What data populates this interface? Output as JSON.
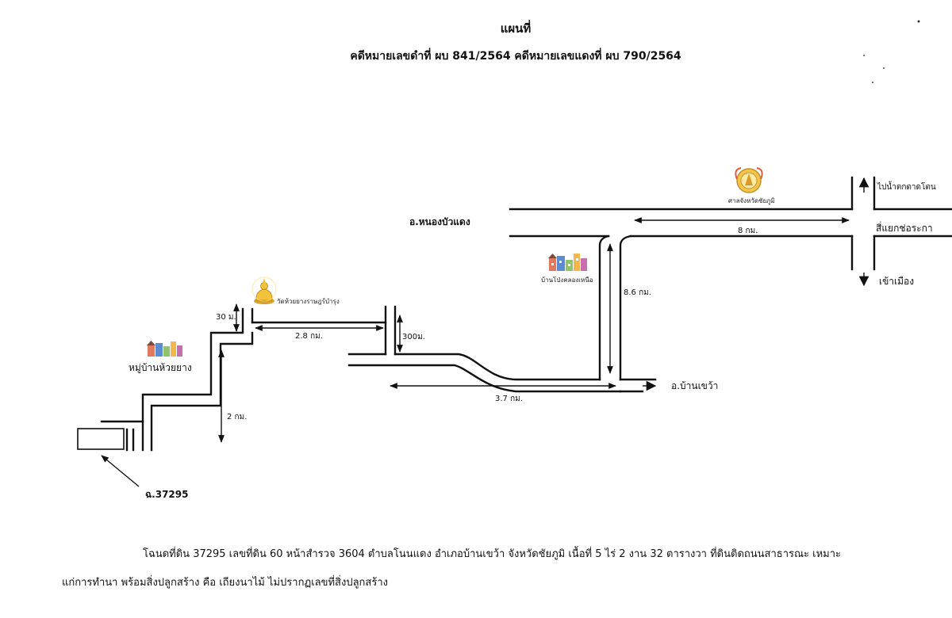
{
  "header": {
    "title": "แผนที่",
    "case_line": "คดีหมายเลขดำที่ ผบ 841/2564 คดีหมายเลขแดงที่ ผบ 790/2564"
  },
  "places": {
    "nong_bua_daeng": "อ.หนองบัวแดง",
    "ban_khwao": "อ.บ้านเขว้า",
    "chaiyaphum_shrine": "ศาลจังหวัดชัยภูมิ",
    "to_waterfall": "ไปน้ำตกตาดโตน",
    "intersection": "สี่แยกช่อระกา",
    "to_city": "เข้าเมือง",
    "ban_pong_khlong_nuea": "บ้านโป่งคลองเหนือ",
    "wat_huai_yang": "วัดห้วยยางราษฎร์บำรุง",
    "village_huai_yang": "หมู่บ้านห้วยยาง",
    "parcel": "ฉ.37295"
  },
  "distances": {
    "d_8km": "8 กม.",
    "d_8_6km": "8.6 กม.",
    "d_3_7km": "3.7 กม.",
    "d_2_8km": "2.8 กม.",
    "d_300m": "300ม.",
    "d_30m": "30 ม.",
    "d_2km": "2 กม."
  },
  "description": {
    "line1": "โฉนดที่ดิน 37295 เลขที่ดิน 60 หน้าสำรวจ 3604 ตำบลโนนแดง อำเภอบ้านเขว้า จังหวัดชัยภูมิ เนื้อที่ 5 ไร่ 2 งาน 32 ตารางวา ที่ดินติดถนนสาธารณะ เหมาะ",
    "line2": "แก่การทำนา พร้อมสิ่งปลูกสร้าง คือ เถียงนาไม้ ไม่ปรากฏเลขที่สิ่งปลูกสร้าง"
  },
  "icons": {
    "shrine": "shrine-emblem-icon",
    "temple": "buddha-statue-icon",
    "village": "village-houses-icon"
  }
}
